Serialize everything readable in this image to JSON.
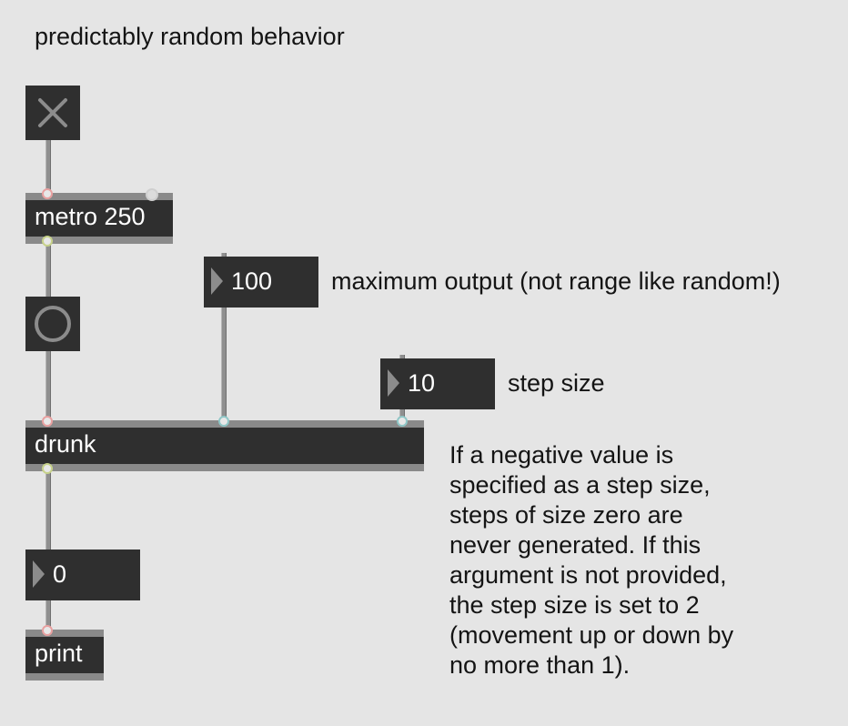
{
  "title": "predictably random behavior",
  "objects": {
    "metro": "metro 250",
    "drunk": "drunk",
    "print": "print"
  },
  "number_boxes": {
    "max_value": "100",
    "step_value": "10",
    "output_value": "0"
  },
  "comments": {
    "max_output": "maximum output (not range like random!)",
    "step_size": "step size",
    "note_lines": [
      "If a negative value is",
      "specified as a step size,",
      "steps of size zero are",
      "never generated. If this",
      "argument is not provided,",
      "the step size is set to 2",
      "(movement up or down by",
      "no more than 1)."
    ]
  },
  "icons": {
    "toggle": "x-toggle-icon",
    "button": "circle-bang-icon",
    "number_arrow": "triangle-right-icon"
  },
  "colors": {
    "background": "#e5e5e5",
    "object": "#2f2f2f",
    "cord": "#8f8f8f",
    "inlet_left": "#e8a0a0",
    "inlet_right": "#8fc7c7",
    "outlet": "#c7d28a"
  }
}
